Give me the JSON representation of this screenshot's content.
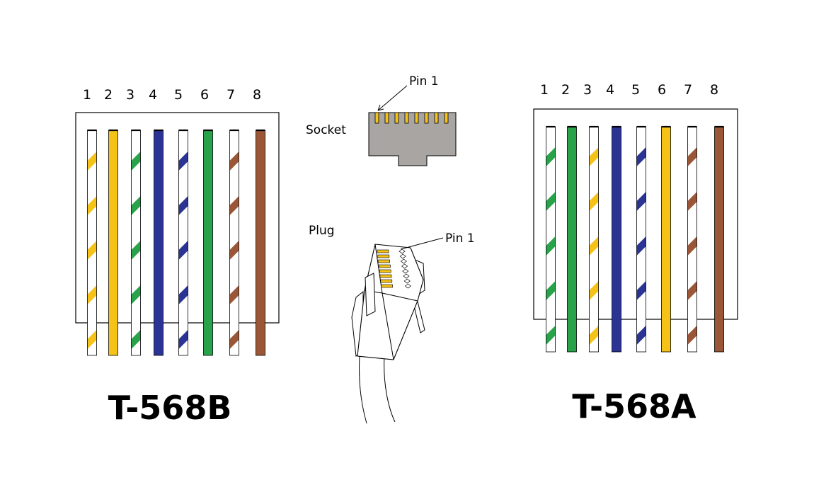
{
  "left_standard": {
    "title": "T-568B",
    "pin_numbers": [
      "1",
      "2",
      "3",
      "4",
      "5",
      "6",
      "7",
      "8"
    ],
    "wires": [
      {
        "color": "#f5c218",
        "striped": true
      },
      {
        "color": "#f5c218",
        "striped": false
      },
      {
        "color": "#28a34a",
        "striped": true
      },
      {
        "color": "#2b3494",
        "striped": false
      },
      {
        "color": "#2b3494",
        "striped": true
      },
      {
        "color": "#28a34a",
        "striped": false
      },
      {
        "color": "#9a5636",
        "striped": true
      },
      {
        "color": "#9a5636",
        "striped": false
      }
    ]
  },
  "right_standard": {
    "title": "T-568A",
    "pin_numbers": [
      "1",
      "2",
      "3",
      "4",
      "5",
      "6",
      "7",
      "8"
    ],
    "wires": [
      {
        "color": "#28a34a",
        "striped": true
      },
      {
        "color": "#28a34a",
        "striped": false
      },
      {
        "color": "#f5c218",
        "striped": true
      },
      {
        "color": "#2b3494",
        "striped": false
      },
      {
        "color": "#2b3494",
        "striped": true
      },
      {
        "color": "#f5c218",
        "striped": false
      },
      {
        "color": "#9a5636",
        "striped": true
      },
      {
        "color": "#9a5636",
        "striped": false
      }
    ]
  },
  "socket": {
    "label": "Socket",
    "pin1_label": "Pin 1",
    "body_color": "#a8a5a3",
    "contact_color": "#f5c218"
  },
  "plug": {
    "label": "Plug",
    "pin1_label": "Pin 1",
    "contact_color": "#f5c218"
  }
}
